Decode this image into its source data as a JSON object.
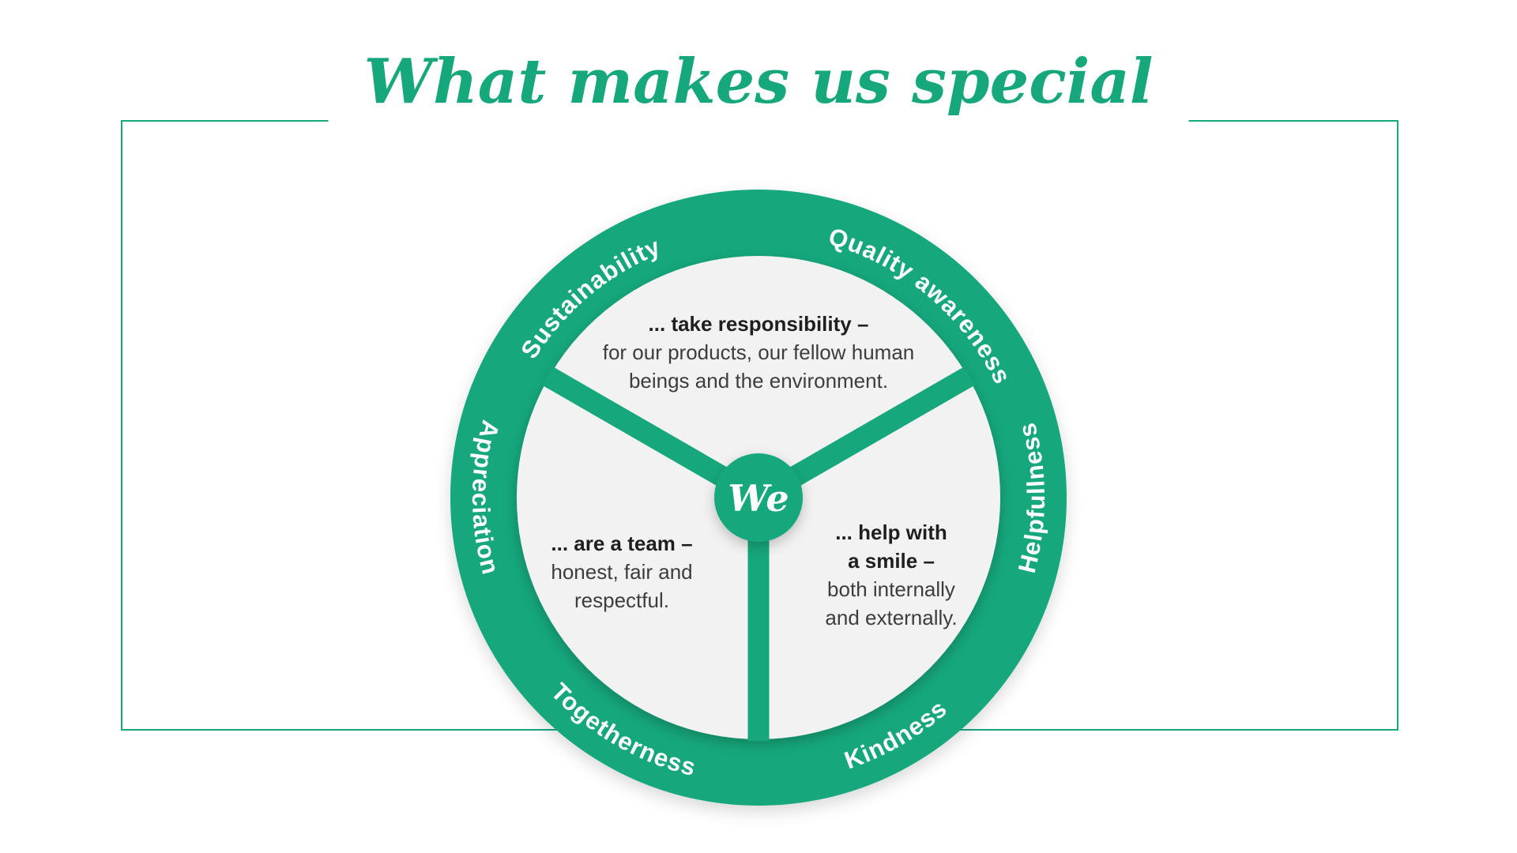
{
  "meta": {
    "accent": "#17a77c",
    "disc": "#f2f2f2",
    "background": "#ffffff",
    "ring_text_color": "#ffffff",
    "body_text_color": "#3d3d3d"
  },
  "title": "What makes us special",
  "center": {
    "label": "We"
  },
  "ring": {
    "labels": [
      {
        "id": "sustainability",
        "text": "Sustainability"
      },
      {
        "id": "quality-awareness",
        "text": "Quality awareness"
      },
      {
        "id": "helpfullness",
        "text": "Helpfullness"
      },
      {
        "id": "kindness",
        "text": "Kindness"
      },
      {
        "id": "togetherness",
        "text": "Togetherness"
      },
      {
        "id": "appreciation",
        "text": "Appreciation"
      }
    ]
  },
  "segments": {
    "top": {
      "bold": "... take responsibility –",
      "line1": "for our products, our fellow human",
      "line2": "beings and the environment."
    },
    "left": {
      "bold": "... are a team –",
      "line1": "honest, fair and",
      "line2": "respectful."
    },
    "right": {
      "bold1": "... help with",
      "bold2": "a smile –",
      "line1": "both internally",
      "line2": "and externally."
    }
  }
}
